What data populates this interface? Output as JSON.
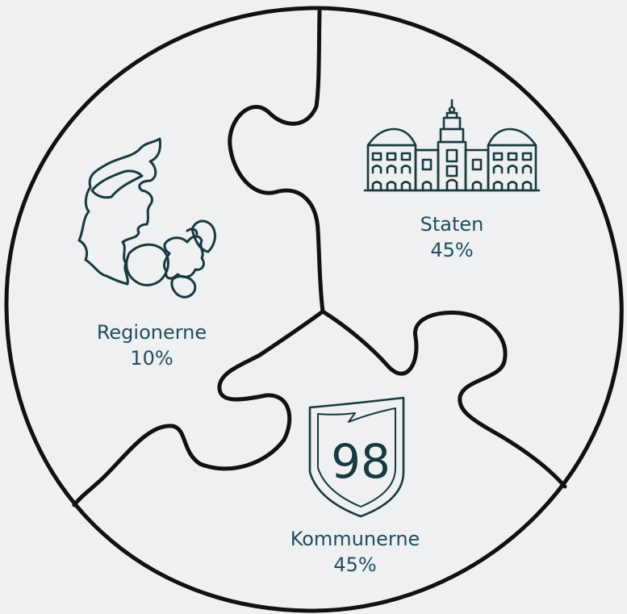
{
  "colors": {
    "background": "#eff0f2",
    "outline": "#111111",
    "icon": "#173a3f",
    "label": "#1f4e5f"
  },
  "regions": {
    "label": "Regionerne",
    "share": "10%",
    "icon": "denmark-map-icon"
  },
  "state": {
    "label": "Staten",
    "share": "45%",
    "icon": "castle-building-icon"
  },
  "municipalities": {
    "label": "Kommunerne",
    "share": "45%",
    "icon": "shield-98-icon",
    "shield_number": "98"
  }
}
